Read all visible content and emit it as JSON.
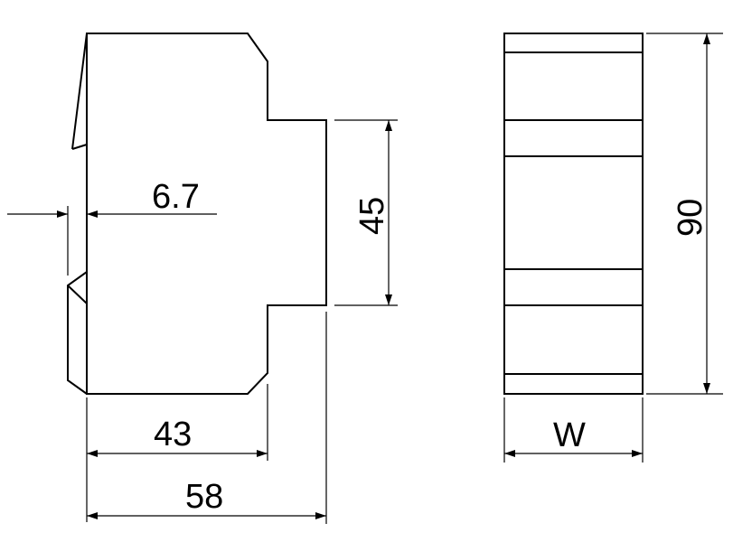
{
  "dimensions": {
    "depth_clip": "6.7",
    "rail_width": "45",
    "front_depth": "43",
    "total_depth": "58",
    "height": "90",
    "width": "W"
  },
  "colors": {
    "line": "#000000",
    "background": "#ffffff"
  }
}
